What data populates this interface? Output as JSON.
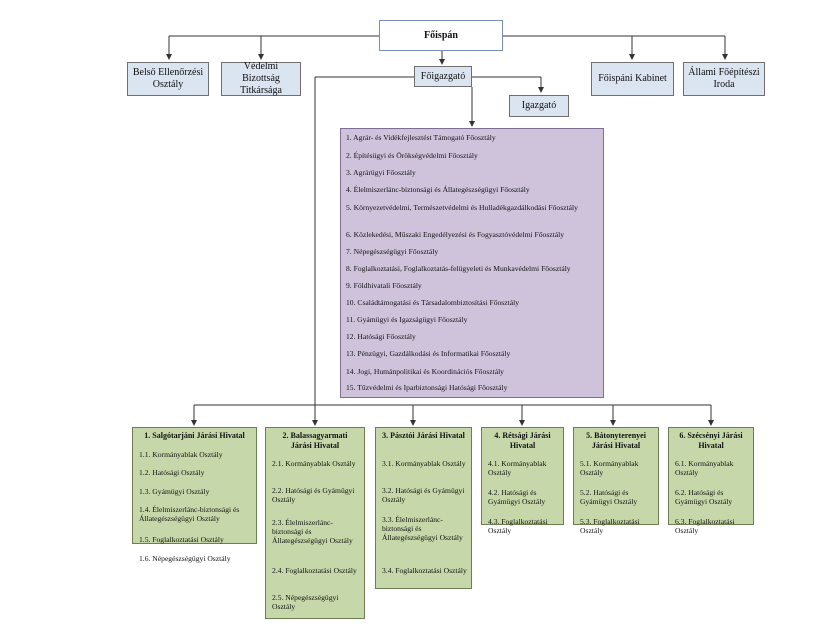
{
  "top": {
    "fospan": "Főispán",
    "belso": "Belső Ellenőrzési Osztály",
    "vedelmi": "Védelmi Bizottság Titkársága",
    "kabinet": "Főispáni Kabinet",
    "fepitesz": "Állami Főépítészi Iroda",
    "foigazgato": "Főigazgató",
    "igazgato": "Igazgató"
  },
  "foosztalyok": [
    "1. Agrár- és Vidékfejlesztést Támogató Főosztály",
    "2. Építésügyi és Örökségvédelmi Főosztály",
    "3. Agrárügyi Főosztály",
    "4. Élelmiszerlánc-biztonsági és Állategészségügyi Főosztály",
    "5. Környezetvédelmi, Természetvédelmi és Hulladékgazdálkodási Főosztály",
    "6. Közlekedési, Műszaki Engedélyezési és Fogyasztóvédelmi Főosztály",
    "7. Népegészségügyi Főosztály",
    "8. Foglalkoztatási, Foglalkoztatás-felügyeleti és Munkavédelmi Főosztály",
    "9. Földhivatali Főosztály",
    "10. Családtámogatási és Társadalombiztosítási Főosztály",
    "11. Gyámügyi és Igazságügyi Főosztály",
    "12. Hatósági Főosztály",
    "13. Pénzügyi, Gazdálkodási és Informatikai Főosztály",
    "14. Jogi, Humánpolitikai és Koordinációs Főosztály",
    "15. Tűzvédelmi és Iparbiztonsági Hatósági Főosztály"
  ],
  "hivatalok": [
    {
      "title": "1. Salgótarjáni Járási Hivatal",
      "items": [
        "1.1. Kormányablak Osztály",
        "1.2. Hatósági Osztály",
        "1.3. Gyámügyi  Osztály",
        "1.4. Élelmiszerlánc-biztonsági és Állategészségügyi Osztály",
        "1.5. Foglalkoztatási Osztály",
        "1.6. Népegészségügyi Osztály"
      ]
    },
    {
      "title": "2. Balassagyarmati Járási Hivatal",
      "items": [
        "2.1. Kormányablak Osztály",
        "2.2. Hatósági és Gyámügyi Osztály",
        "2.3. Élelmiszerlánc-biztonsági és Állategészségügyi Osztály",
        "2.4. Foglalkoztatási Osztály",
        "2.5. Népegészségügyi Osztály"
      ]
    },
    {
      "title": "3. Pásztói Járási Hivatal",
      "items": [
        "3.1. Kormányablak Osztály",
        "3.2. Hatósági és Gyámügyi Osztály",
        "3.3. Élelmiszerlánc-biztonsági és Állategészségügyi Osztály",
        "3.4. Foglalkoztatási Osztály"
      ]
    },
    {
      "title": "4. Rétsági Járási Hivatal",
      "items": [
        "4.1. Kormányablak Osztály",
        "4.2. Hatósági és Gyámügyi Osztály",
        "4.3. Foglalkoztatási Osztály"
      ]
    },
    {
      "title": "5. Bátonyterenyei Járási Hivatal",
      "items": [
        "5.1. Kormányablak Osztály",
        "5.2. Hatósági és Gyámügyi Osztály",
        "5.3. Foglalkoztatási Osztály"
      ]
    },
    {
      "title": "6. Szécsényi Járási Hivatal",
      "items": [
        "6.1. Kormányablak Osztály",
        "6.2. Hatósági és Gyámügyi Osztály",
        "6.3. Foglalkoztatási Osztály"
      ]
    }
  ]
}
